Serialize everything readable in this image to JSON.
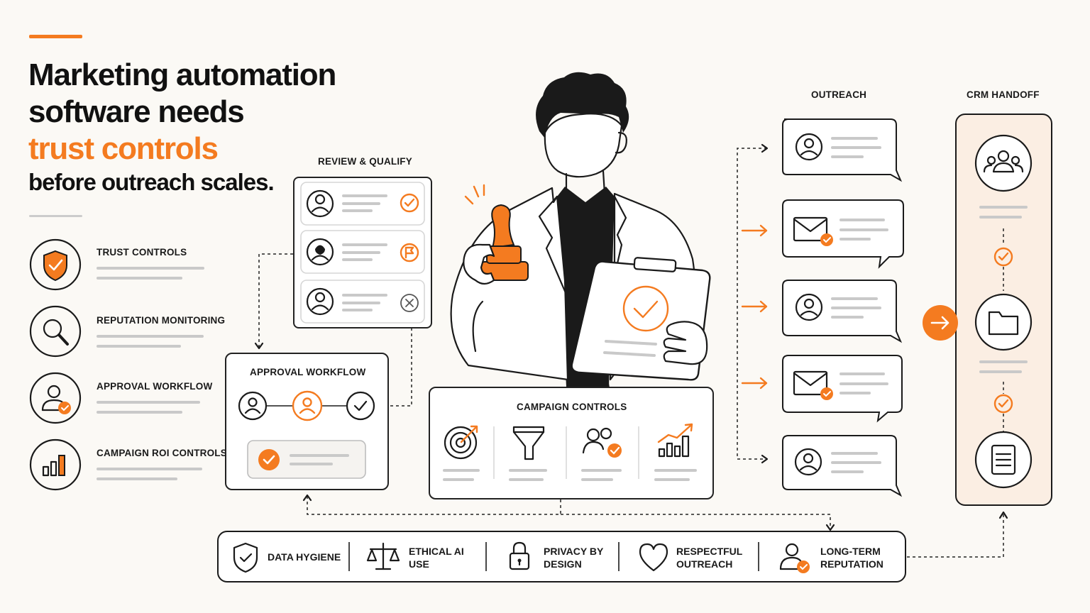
{
  "headline": {
    "line1": "Marketing automation",
    "line2": "software needs",
    "line3": "trust controls",
    "line4": "before outreach scales."
  },
  "features": [
    {
      "label": "TRUST CONTROLS",
      "icon": "shield-check-icon"
    },
    {
      "label": "REPUTATION MONITORING",
      "icon": "magnifier-icon"
    },
    {
      "label": "APPROVAL WORKFLOW",
      "icon": "user-check-icon"
    },
    {
      "label": "CAMPAIGN ROI CONTROLS",
      "icon": "bar-chart-icon"
    }
  ],
  "review": {
    "title": "REVIEW & QUALIFY",
    "rows": [
      {
        "status": "approved",
        "icon": "check-circle-icon"
      },
      {
        "status": "flagged",
        "icon": "flag-icon"
      },
      {
        "status": "rejected",
        "icon": "x-circle-icon"
      }
    ]
  },
  "approval": {
    "title": "APPROVAL WORKFLOW"
  },
  "campaign": {
    "title": "CAMPAIGN CONTROLS",
    "icons": [
      "target-icon",
      "funnel-icon",
      "audience-check-icon",
      "growth-chart-icon"
    ]
  },
  "outreach": {
    "title": "OUTREACH",
    "messages": [
      "contact",
      "email",
      "contact",
      "email",
      "contact"
    ]
  },
  "crm": {
    "title": "CRM HANDOFF",
    "icons": [
      "team-icon",
      "folder-icon",
      "document-icon"
    ]
  },
  "principles": [
    {
      "label": "DATA HYGIENE",
      "icon": "shield-icon"
    },
    {
      "label": "ETHICAL AI\nUSE",
      "icon": "scales-icon"
    },
    {
      "label": "PRIVACY BY\nDESIGN",
      "icon": "padlock-icon"
    },
    {
      "label": "RESPECTFUL\nOUTREACH",
      "icon": "heart-icon"
    },
    {
      "label": "LONG-TERM\nREPUTATION",
      "icon": "user-badge-icon"
    }
  ],
  "colors": {
    "accent": "#f47b20",
    "ink": "#1a1a1a",
    "background": "#fbf9f5",
    "crm_panel": "#fbeee3"
  }
}
